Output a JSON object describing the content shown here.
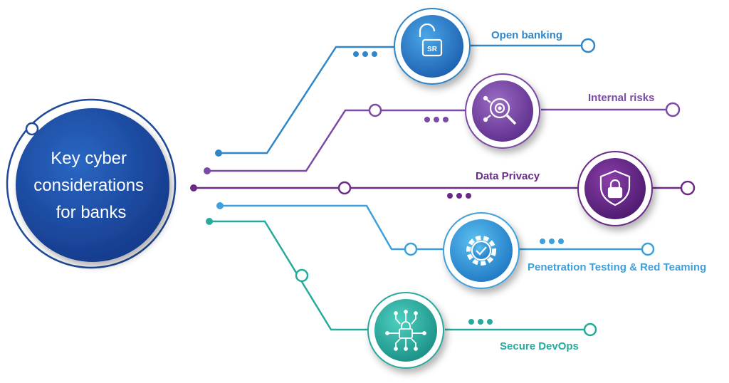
{
  "hub": {
    "lines": [
      "Key cyber",
      "considerations",
      "for banks"
    ],
    "color": "#1a3f8f"
  },
  "branches": [
    {
      "label": "Open banking",
      "color": "#2f86c8",
      "icon": "lock-sr-icon"
    },
    {
      "label": "Internal risks",
      "color": "#7a4aa4",
      "icon": "magnifier-target-icon"
    },
    {
      "label": "Data Privacy",
      "color": "#6a2a86",
      "icon": "shield-lock-icon"
    },
    {
      "label": "Penetration Testing & Red Teaming",
      "color": "#3da0dc",
      "icon": "gear-check-icon"
    },
    {
      "label": "Secure DevOps",
      "color": "#25aa9c",
      "icon": "circuit-lock-icon"
    }
  ]
}
